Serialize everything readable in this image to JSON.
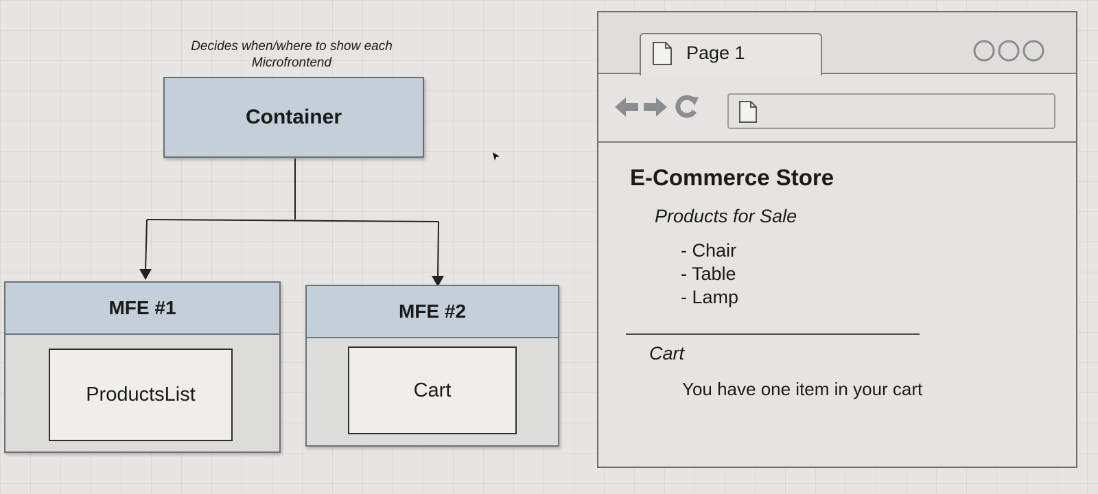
{
  "diagram": {
    "note": "Decides when/where to show each Microfrontend",
    "container_label": "Container",
    "mfes": [
      {
        "header": "MFE #1",
        "component": "ProductsList"
      },
      {
        "header": "MFE #2",
        "component": "Cart"
      }
    ],
    "colors": {
      "box_fill": "#c5cfd9",
      "mfe_body": "#dcdcdb",
      "border": "#6f7278",
      "connector": "#222222"
    }
  },
  "browser": {
    "tab_label": "Page 1",
    "icons": {
      "back": "arrow-left-icon",
      "forward": "arrow-right-icon",
      "reload": "reload-icon",
      "page": "page-icon",
      "window_controls": "window-controls-icon"
    },
    "page": {
      "title": "E-Commerce Store",
      "products_heading": "Products for Sale",
      "products": [
        "Chair",
        "Table",
        "Lamp"
      ],
      "cart_heading": "Cart",
      "cart_message": "You have one item in your cart"
    }
  }
}
